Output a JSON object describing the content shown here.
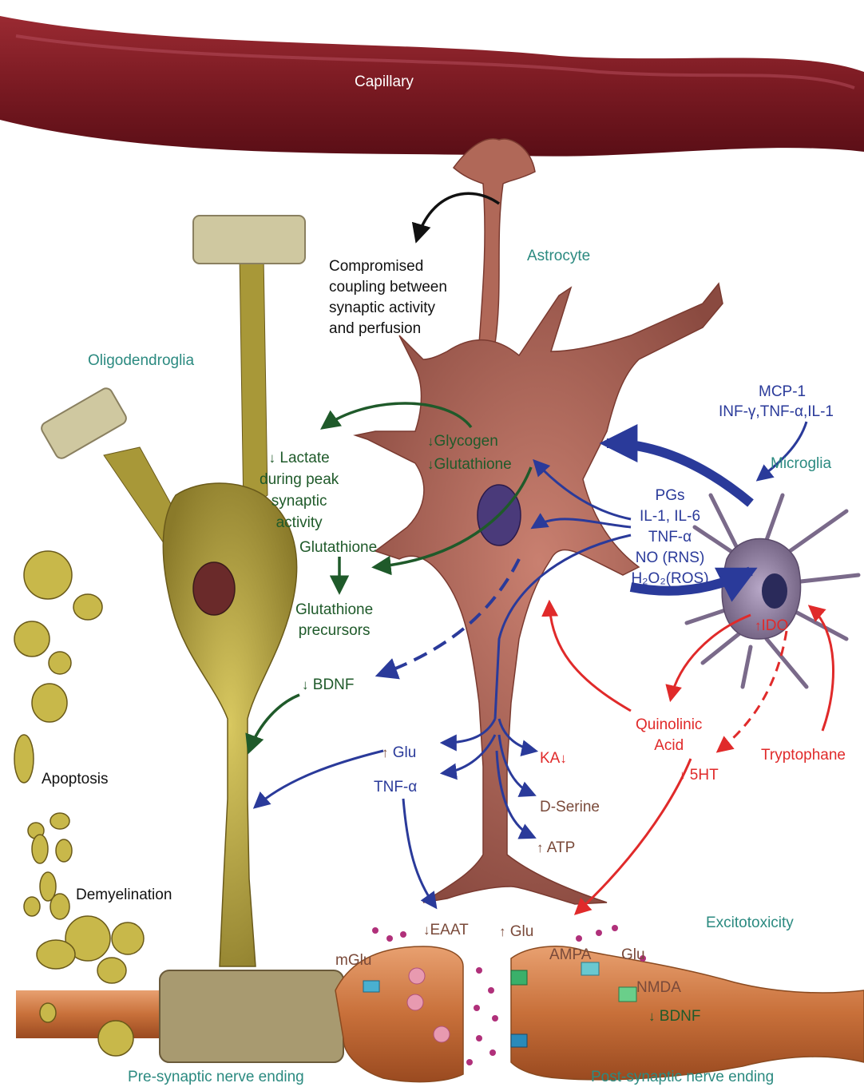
{
  "labels": {
    "capillary": "Capillary",
    "astrocyte": "Astrocyte",
    "oligodendroglia": "Oligodendroglia",
    "microglia": "Microglia",
    "compromised": [
      "Compromised",
      "coupling between",
      "synaptic activity",
      "and perfusion"
    ],
    "mcp": "MCP-1",
    "inf": "INF-γ,TNF-α,IL-1",
    "glycogen": "Glycogen",
    "glutathione_astro": "Glutathione",
    "lactate": [
      "Lactate",
      "during peak",
      "synaptic",
      "activity"
    ],
    "pgs": "PGs",
    "il": "IL-1, IL-6",
    "tnf_top": "TNF-α",
    "no": "NO (RNS)",
    "h2o2": "H₂O₂(ROS)",
    "glutathione": "Glutathione",
    "glut_precursors": [
      "Glutathione",
      "precursors"
    ],
    "ido": "IDO",
    "bdnf_left": "BDNF",
    "quinolinic": [
      "Quinolinic",
      "Acid"
    ],
    "tryptophane": "Tryptophane",
    "glu_mid": "Glu",
    "ka": "KA",
    "tnf_mid": "TNF-α",
    "five_ht": "5HT",
    "d_serine": "D-Serine",
    "atp": "ATP",
    "apoptosis": "Apoptosis",
    "demyelination": "Demyelination",
    "excitotoxicity": "Excitotoxicity",
    "eaat": "EAAT",
    "glu_cleft": "Glu",
    "mglu": "mGlu",
    "ampa": "AMPA",
    "glu_post": "Glu",
    "nmda": "NMDA",
    "bdnf_post": "BDNF",
    "pre_synaptic": "Pre-synaptic nerve ending",
    "post_synaptic": "Post-synaptic nerve ending"
  },
  "colors": {
    "teal": "#2b8a80",
    "blue": "#2a3a9a",
    "green": "#1f5a2a",
    "red": "#e02a2a",
    "brown": "#7a4a3a",
    "capillary": "#7a1a22",
    "astrocyte": "#a86050",
    "oligodendroglia": "#b0a040",
    "microglia": "#8a7a9a",
    "nerve": "#d07a40"
  }
}
